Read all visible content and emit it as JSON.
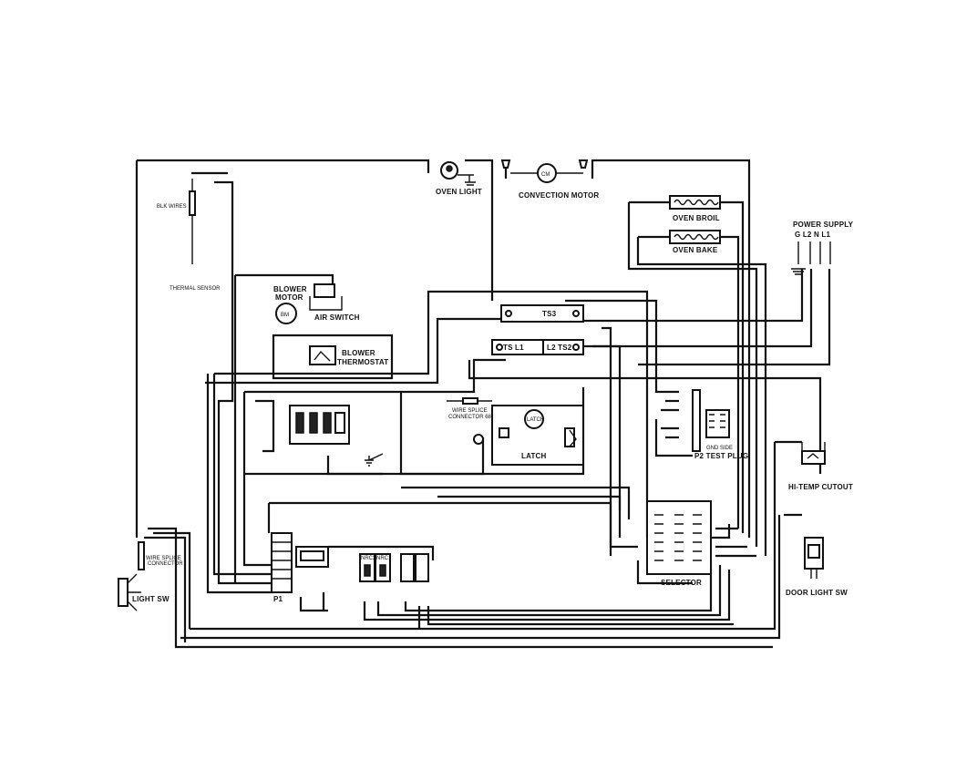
{
  "labels": {
    "oven_light": "OVEN LIGHT",
    "convection_motor": "CONVECTION MOTOR",
    "convection_motor_symbol": "CM",
    "thermal_sensor": "THERMAL SENSOR",
    "blower_motor": "BLOWER MOTOR",
    "blower_motor_symbol": "BM",
    "air_switch": "AIR SWITCH",
    "blower_thermostat": "BLOWER THERMOSTAT",
    "oven_broil": "OVEN BROIL",
    "oven_bake": "OVEN BAKE",
    "power_supply": "POWER SUPPLY",
    "power_terminals": "G  L2  N  L1",
    "latch": "LATCH",
    "latch_motor": "LATCH",
    "wire_splice_top": "WIRE SPLICE CONNECTOR 68",
    "wire_splice_left": "WIRE SPLICE CONNECTOR",
    "test_plug": "P2 TEST PLUG",
    "hi_temp_cutout": "HI-TEMP CUTOUT",
    "selector": "SELECTOR",
    "light_sw": "LIGHT SW",
    "door_light_sw": "DOOR LIGHT SW",
    "p1": "P1",
    "ts_l1": "TS  L1",
    "l2_ts2": "L2  TS2",
    "ts3": "TS3",
    "nrc2": "NRC2",
    "nrc1": "NRC1"
  }
}
